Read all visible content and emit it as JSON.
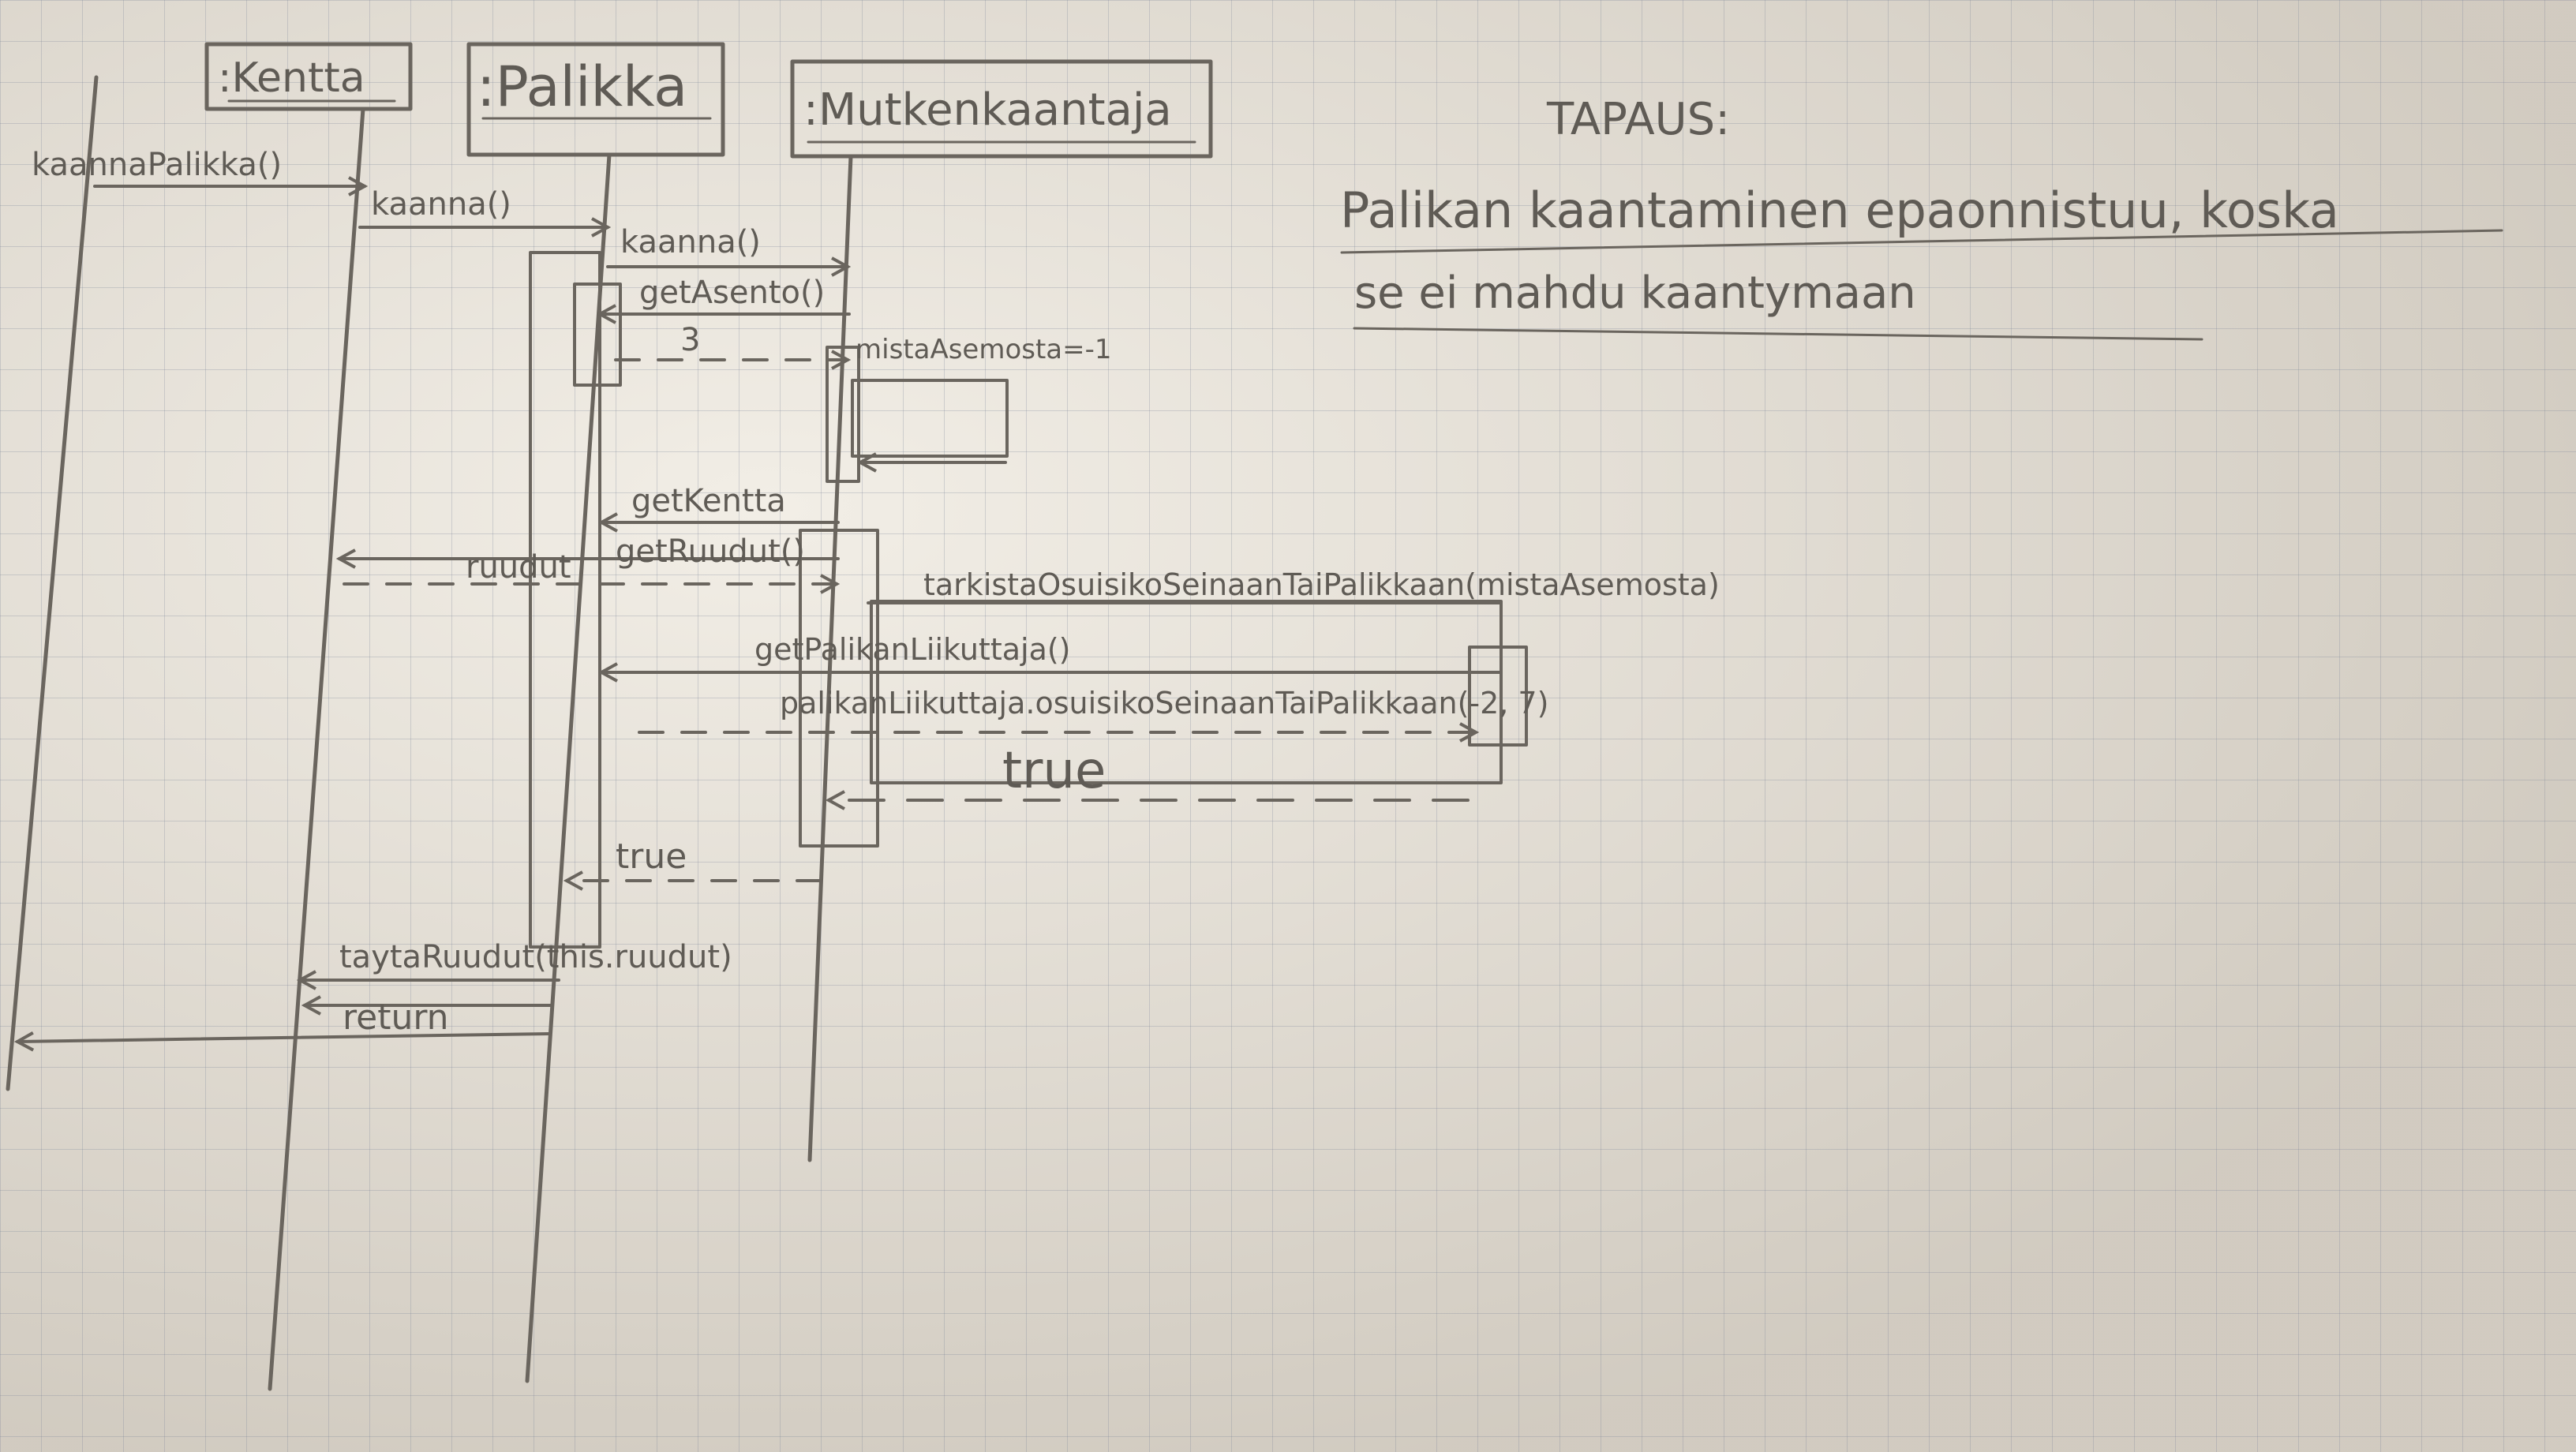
{
  "colors": {
    "pencil": "#6a655e",
    "paper": "#e2ddd4",
    "grid": "#8a90a0"
  },
  "lifelines": [
    {
      "id": "kentta",
      "label": ":Kentta"
    },
    {
      "id": "palikka",
      "label": ":Palikka"
    },
    {
      "id": "muutoksenkaantaja",
      "label": ":Mutkenkaantaja"
    }
  ],
  "messages": {
    "kaannaPalikka": "kaannaPalikka()",
    "kaanna1": "kaanna()",
    "kaanna2": "kaanna()",
    "getAsento": "getAsento()",
    "ret3": "3",
    "mistaAsemosta": "mistaAsemosta=-1",
    "getKentta": "getKentta",
    "getRuudut": "getRuudut()",
    "retRuudut": "ruudut",
    "tarkista": "tarkistaOsuisikoSeinaanTaiPalikkaan(mistaAsemosta)",
    "getPalikat": "getPalikanLiikuttaja()",
    "osuisiko": "palikanLiikuttaja.osuisikoSeinaanTaiPalikkaan(-2, 7)",
    "retTrue1": "true",
    "retTrue2": "true",
    "tayta": "taytaRuudut(this.ruudut)",
    "ret": "return"
  },
  "note": {
    "heading": "TAPAUS:",
    "line1": "Palikan kaantaminen epaonnistuu, koska",
    "line2": "se ei mahdu kaantymaan"
  }
}
